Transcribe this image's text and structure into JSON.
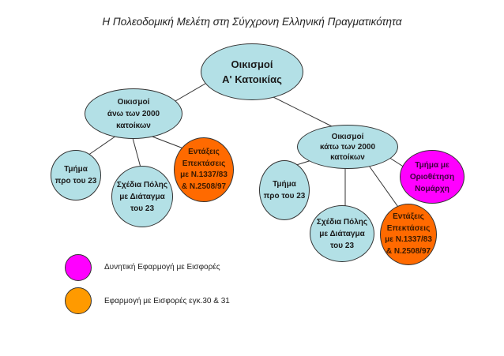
{
  "title": "Η Πολεοδομική Μελέτη στη Σύγχρονη Ελληνική Πραγματικότητα",
  "colors": {
    "node": "#b3e0e6",
    "contribution": "#ff6a00",
    "potential": "#ff00ff",
    "line": "#333333"
  },
  "nodes": {
    "root": [
      "Οικισμοί",
      "Α' Κατοικίας"
    ],
    "over2000": [
      "Οικισμοί",
      "άνω των 2000",
      "κατοίκων"
    ],
    "under2000": [
      "Οικισμοί",
      "κάτω των 2000",
      "κατοίκων"
    ],
    "left_pre23": [
      "Τμήμα",
      "προ του 23"
    ],
    "left_plan": [
      "Σχέδια Πόλης",
      "με Διάταγμα",
      "του 23"
    ],
    "left_incl": [
      "Εντάξεις",
      "Επεκτάσεις",
      "με Ν.1337/83",
      "& Ν.2508/97"
    ],
    "right_pre23": [
      "Τμήμα",
      "προ του 23"
    ],
    "right_plan": [
      "Σχέδια Πόλης",
      "με Διάταγμα",
      "του 23"
    ],
    "right_incl": [
      "Εντάξεις",
      "Επεκτάσεις",
      "με Ν.1337/83",
      "& Ν.2508/97"
    ],
    "right_prefect": [
      "Τμήμα με",
      "Οριοθέτηση",
      "Νομάρχη"
    ]
  },
  "legend": [
    {
      "label": "Δυνητική Εφαρμογή με Εισφορές",
      "color": "#ff00ff"
    },
    {
      "label": "Εφαρμογή με Εισφορές εγκ.30 & 31",
      "color": "#ff9a00"
    }
  ]
}
